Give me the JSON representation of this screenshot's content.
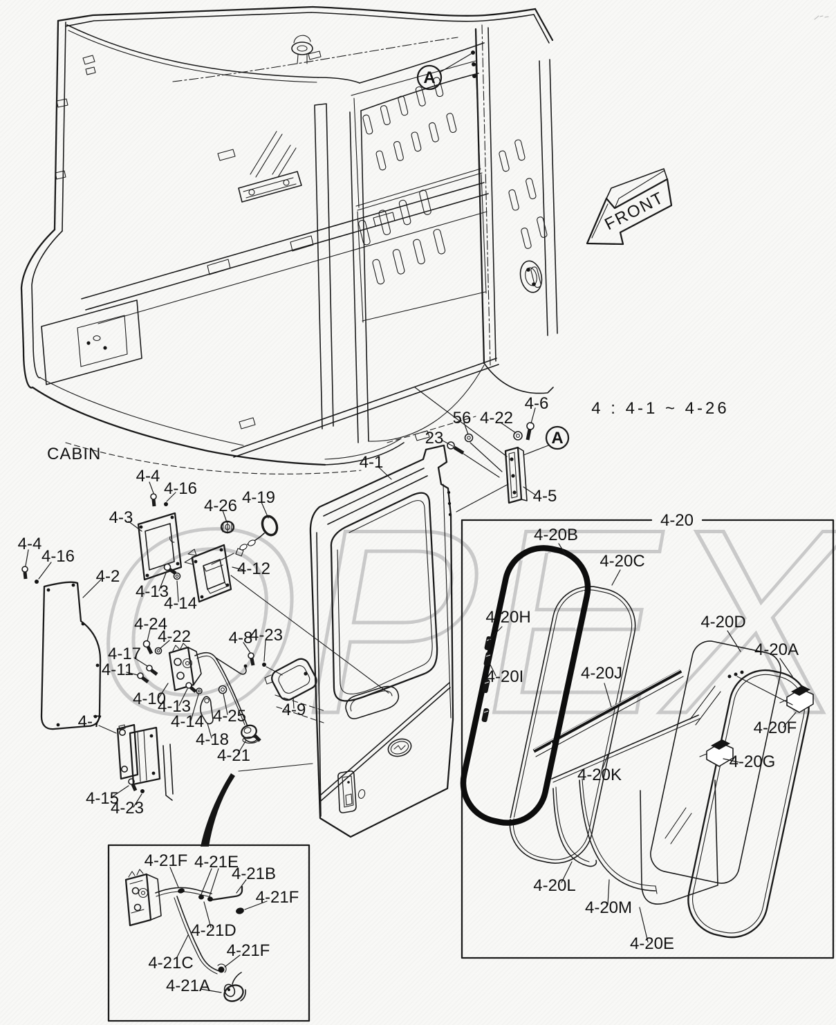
{
  "diagram": {
    "watermark": "OPEX",
    "cabin_label": "CABIN",
    "front_arrow_label": "FRONT",
    "range_note": "4 : 4-1 ~ 4-26",
    "view_marker": "A"
  },
  "callouts": [
    "23",
    "56",
    "4-22",
    "4-6",
    "4-5",
    "4-1",
    "4-4",
    "4-16",
    "4-26",
    "4-19",
    "4-3",
    "4-4",
    "4-16",
    "4-2",
    "4-13",
    "4-14",
    "4-12",
    "4-24",
    "4-22",
    "4-17",
    "4-11",
    "4-10",
    "4-13",
    "4-14",
    "4-25",
    "4-18",
    "4-21",
    "4-8",
    "4-23",
    "4-9",
    "4-7",
    "4-15",
    "4-23",
    "4-21F",
    "4-21E",
    "4-21B",
    "4-21F",
    "4-21D",
    "4-21C",
    "4-21F",
    "4-21A",
    "4-20",
    "4-20B",
    "4-20C",
    "4-20H",
    "4-20I",
    "4-20J",
    "4-20D",
    "4-20A",
    "4-20F",
    "4-20G",
    "4-20K",
    "4-20L",
    "4-20M",
    "4-20E"
  ]
}
